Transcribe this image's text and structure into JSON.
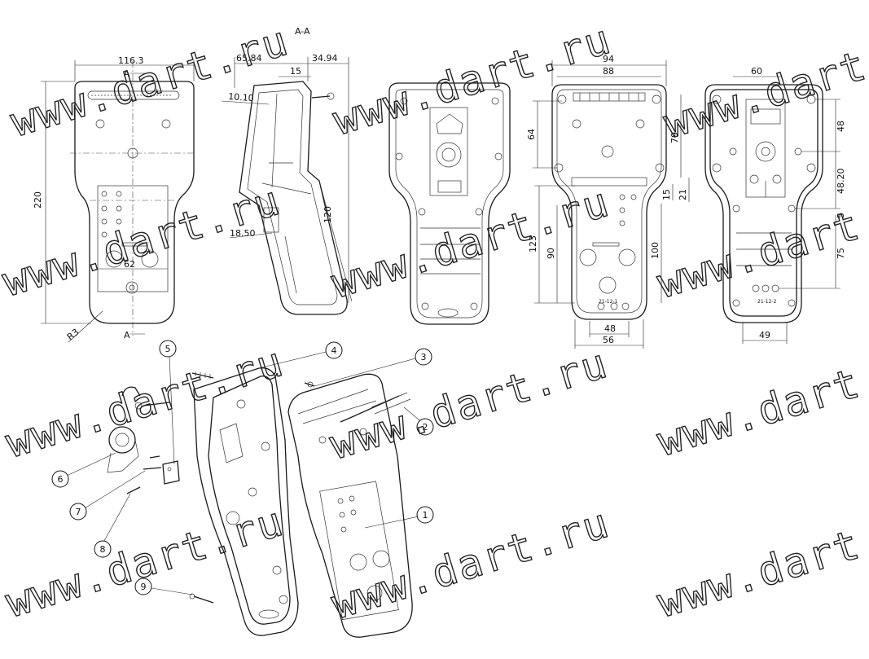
{
  "section_label": "A-A",
  "section_marks": [
    "A",
    "A"
  ],
  "watermark": "www.dart.ru",
  "dimensions": {
    "front": [
      "116.3",
      "220",
      "62",
      "R3"
    ],
    "section": [
      "65.84",
      "34.94",
      "15",
      "10.10",
      "18.50",
      "120"
    ],
    "back_dim": [
      "94",
      "88",
      "64",
      "79",
      "15",
      "21",
      "123",
      "90",
      "100",
      "48",
      "56"
    ],
    "rear_dim": [
      "60",
      "48",
      "48.20",
      "5",
      "75",
      "49"
    ]
  },
  "callouts": [
    "1",
    "2",
    "3",
    "4",
    "5",
    "6",
    "7",
    "8",
    "9"
  ],
  "embossed_labels": [
    "21-12-1",
    "21-12-2"
  ]
}
